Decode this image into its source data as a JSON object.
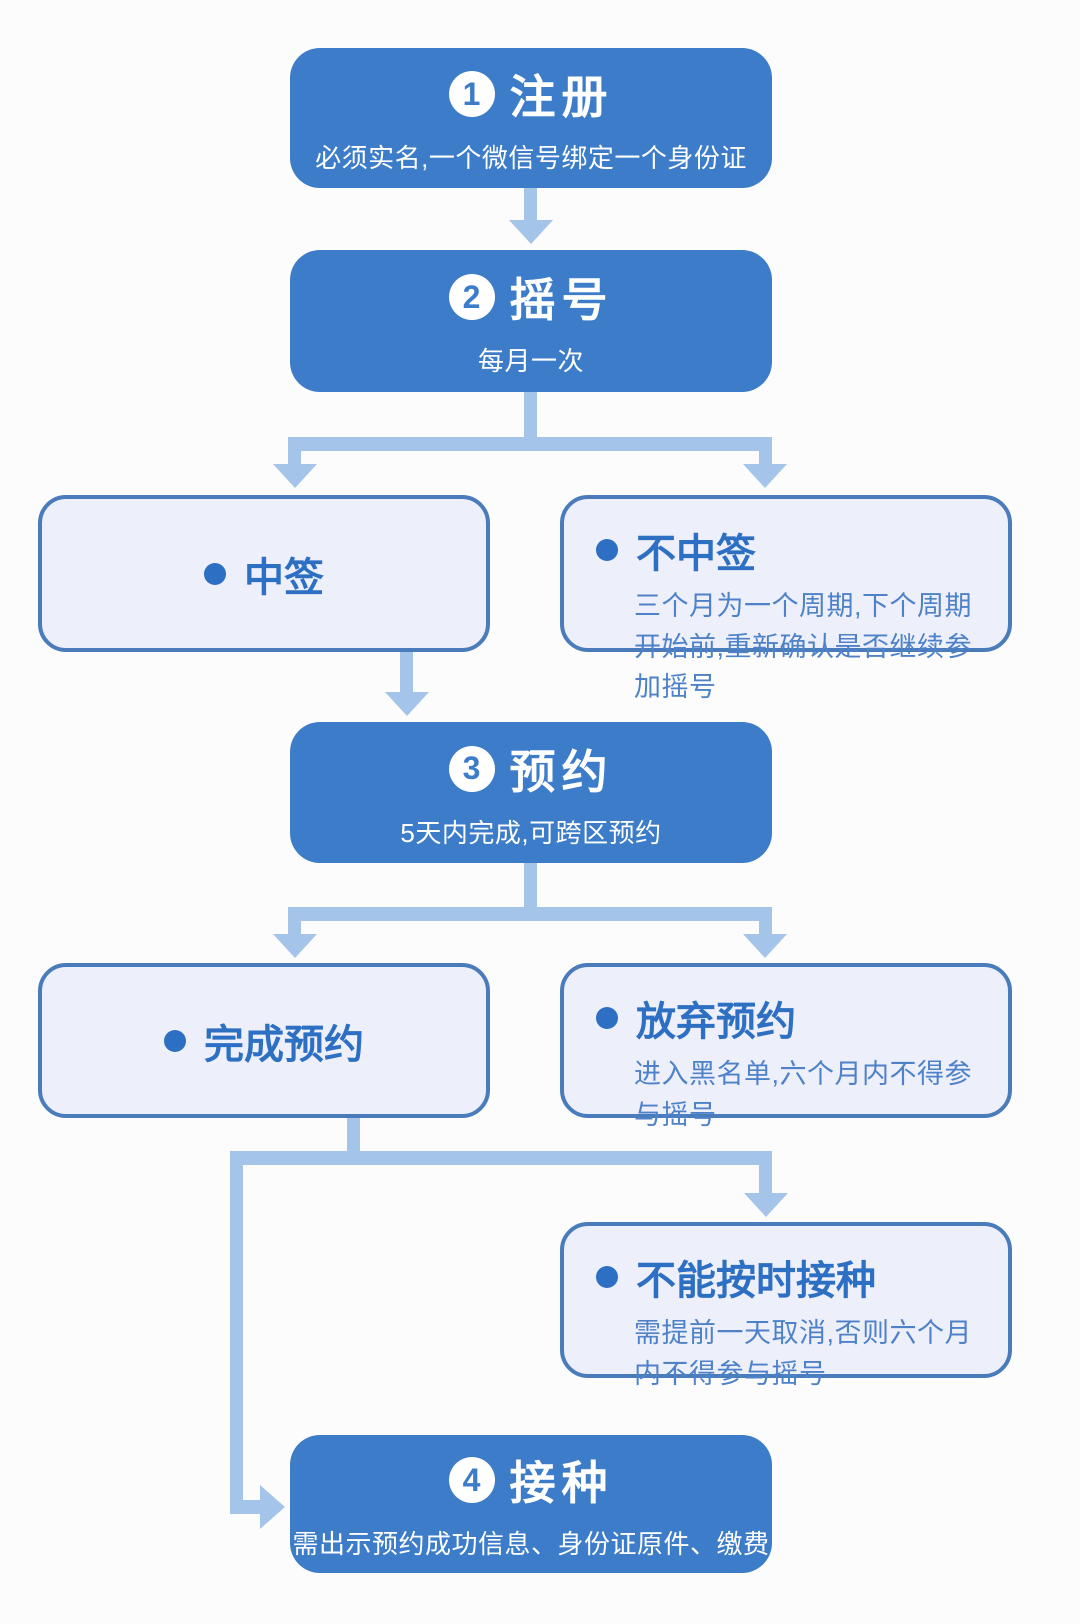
{
  "colors": {
    "page_bg": "#fcfcfd",
    "step_bg": "#3c7cc8",
    "light_bg": "#edeffa",
    "light_border": "#4a7cbb",
    "accent": "#2d6fc2",
    "body_blue": "#4e82c8",
    "arrow": "#a5c4e9"
  },
  "steps": [
    {
      "num": "1",
      "label": "注册",
      "note": "必须实名,一个微信号绑定一个身份证"
    },
    {
      "num": "2",
      "label": "摇号",
      "note": "每月一次"
    },
    {
      "num": "3",
      "label": "预约",
      "note": "5天内完成,可跨区预约"
    },
    {
      "num": "4",
      "label": "接种",
      "note": "需出示预约成功信息、身份证原件、缴费"
    }
  ],
  "outcomes": {
    "win": {
      "label": "中签"
    },
    "lose": {
      "label": "不中签",
      "note": "三个月为一个周期,下个周期开始前,重新确认是否继续参加摇号"
    },
    "booked": {
      "label": "完成预约"
    },
    "abandon": {
      "label": "放弃预约",
      "note": "进入黑名单,六个月内不得参与摇号"
    },
    "late": {
      "label": "不能按时接种",
      "note": "需提前一天取消,否则六个月内不得参与摇号"
    }
  },
  "edges": [
    {
      "from": "注册",
      "to": "摇号"
    },
    {
      "from": "摇号",
      "to": "中签"
    },
    {
      "from": "摇号",
      "to": "不中签"
    },
    {
      "from": "中签",
      "to": "预约"
    },
    {
      "from": "预约",
      "to": "完成预约"
    },
    {
      "from": "预约",
      "to": "放弃预约"
    },
    {
      "from": "完成预约",
      "to": "不能按时接种"
    },
    {
      "from": "完成预约",
      "to": "接种"
    }
  ]
}
